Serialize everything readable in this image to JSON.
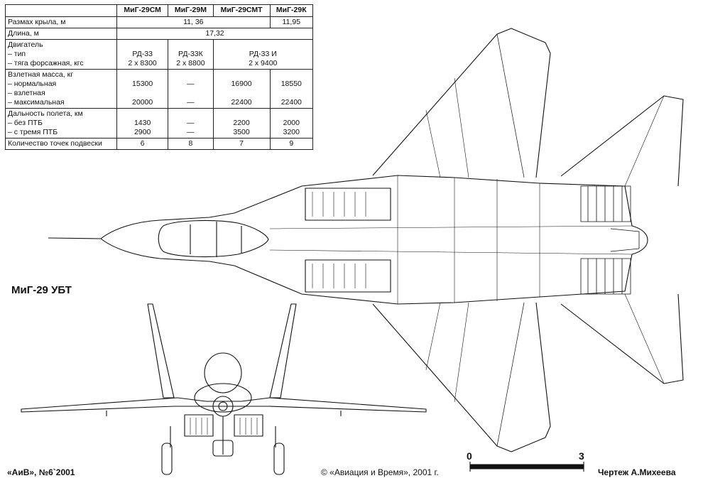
{
  "table": {
    "header": [
      "",
      "МиГ-29СМ",
      "МиГ-29М",
      "МиГ-29СМТ",
      "МиГ-29К"
    ],
    "rows": [
      {
        "label": [
          "Размах крыла, м"
        ],
        "cells": [
          {
            "span": 3,
            "lines": [
              "11, 36"
            ]
          },
          {
            "span": 1,
            "lines": [
              "11,95"
            ]
          }
        ]
      },
      {
        "label": [
          "Длина, м"
        ],
        "cells": [
          {
            "span": 4,
            "lines": [
              "17,32"
            ]
          }
        ]
      },
      {
        "label": [
          "Двигатель",
          "– тип",
          "– тяга форсажная, кгс"
        ],
        "cells": [
          {
            "span": 1,
            "lines": [
              "",
              "РД-33",
              "2 х 8300"
            ]
          },
          {
            "span": 1,
            "lines": [
              "",
              "РД-33К",
              "2 х 8800"
            ]
          },
          {
            "span": 2,
            "lines": [
              "",
              "РД-33 И",
              "2 х 9400"
            ]
          }
        ]
      },
      {
        "label": [
          "Взлетная масса, кг",
          "– нормальная",
          "– взлетная",
          "– максимальная"
        ],
        "cells": [
          {
            "span": 1,
            "lines": [
              "",
              "15300",
              "",
              "20000"
            ]
          },
          {
            "span": 1,
            "lines": [
              "",
              "—",
              "",
              "—"
            ]
          },
          {
            "span": 1,
            "lines": [
              "",
              "16900",
              "",
              "22400"
            ]
          },
          {
            "span": 1,
            "lines": [
              "",
              "18550",
              "",
              "22400"
            ]
          }
        ]
      },
      {
        "label": [
          "Дальность полета, км",
          "– без ПТБ",
          "– с тремя ПТБ"
        ],
        "cells": [
          {
            "span": 1,
            "lines": [
              "",
              "1430",
              "2900"
            ]
          },
          {
            "span": 1,
            "lines": [
              "",
              "—",
              "—"
            ]
          },
          {
            "span": 1,
            "lines": [
              "",
              "2200",
              "3500"
            ]
          },
          {
            "span": 1,
            "lines": [
              "",
              "2000",
              "3200"
            ]
          }
        ]
      },
      {
        "label": [
          "Количество точек подвески"
        ],
        "cells": [
          {
            "span": 1,
            "lines": [
              "6"
            ]
          },
          {
            "span": 1,
            "lines": [
              "8"
            ]
          },
          {
            "span": 1,
            "lines": [
              "7"
            ]
          },
          {
            "span": 1,
            "lines": [
              "9"
            ]
          }
        ]
      }
    ]
  },
  "aircraft_label": "МиГ-29 УБТ",
  "scale": {
    "start": "0",
    "end": "3"
  },
  "footer": {
    "left": "«АиВ», №6`2001",
    "center": "© «Авиация и Время», 2001 г.",
    "right": "Чертеж А.Михеева"
  }
}
